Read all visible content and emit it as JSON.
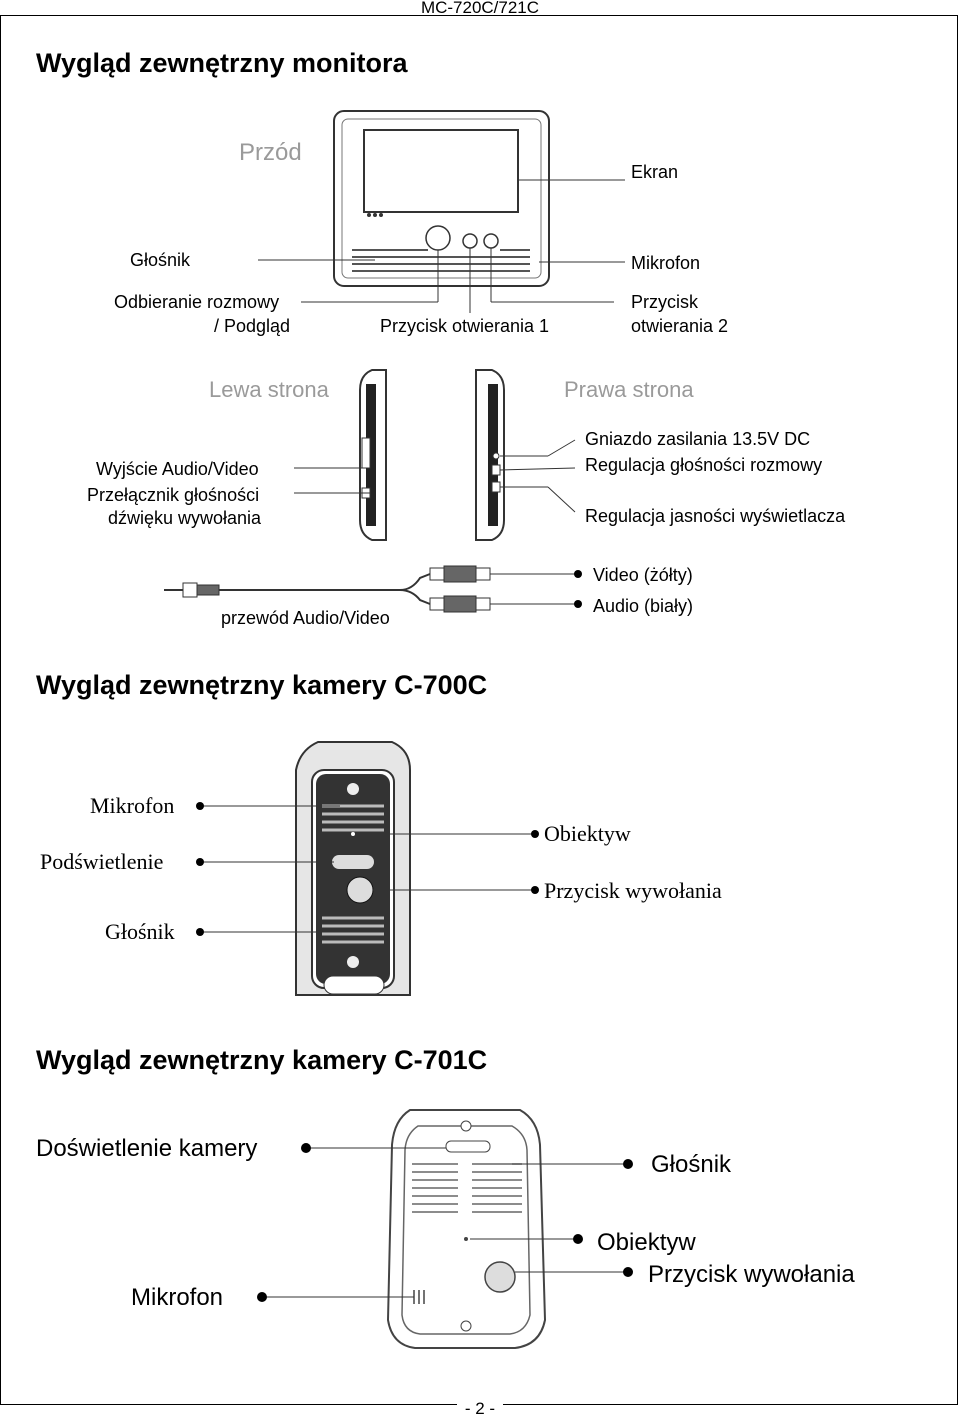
{
  "header": {
    "model": "MC-720C/721C"
  },
  "sections": {
    "monitor_title": "Wygląd zewnętrzny monitora",
    "c700_title": "Wygląd zewnętrzny kamery C-700C",
    "c701_title": "Wygląd zewnętrzny kamery C-701C"
  },
  "monitor": {
    "front": "Przód",
    "screen": "Ekran",
    "speaker": "Głośnik",
    "microphone": "Mikrofon",
    "answer_1": "Odbieranie rozmowy",
    "answer_2": "/ Podgląd",
    "unlock1": "Przycisk otwierania 1",
    "unlock2_1": "Przycisk",
    "unlock2_2": "otwierania 2",
    "left_side": "Lewa strona",
    "right_side": "Prawa strona",
    "av_out": "Wyjście Audio/Video",
    "chime_switch_1": "Przełącznik głośności",
    "chime_switch_2": "dźwięku wywołania",
    "power_jack": "Gniazdo zasilania 13.5V DC",
    "volume_control": "Regulacja głośności rozmowy",
    "brightness_control": "Regulacja jasności wyświetlacza",
    "cable_label": "przewód Audio/Video",
    "video_yellow": "Video (żółty)",
    "audio_white": "Audio (biały)"
  },
  "c700": {
    "microphone": "Mikrofon",
    "backlight": "Podświetlenie",
    "speaker": "Głośnik",
    "lens": "Obiektyw",
    "call_button": "Przycisk wywołania"
  },
  "c701": {
    "camera_light": "Doświetlenie kamery",
    "speaker": "Głośnik",
    "lens": "Obiektyw",
    "call_button": "Przycisk wywołania",
    "microphone": "Mikrofon"
  },
  "footer": {
    "page": "- 2 -"
  }
}
